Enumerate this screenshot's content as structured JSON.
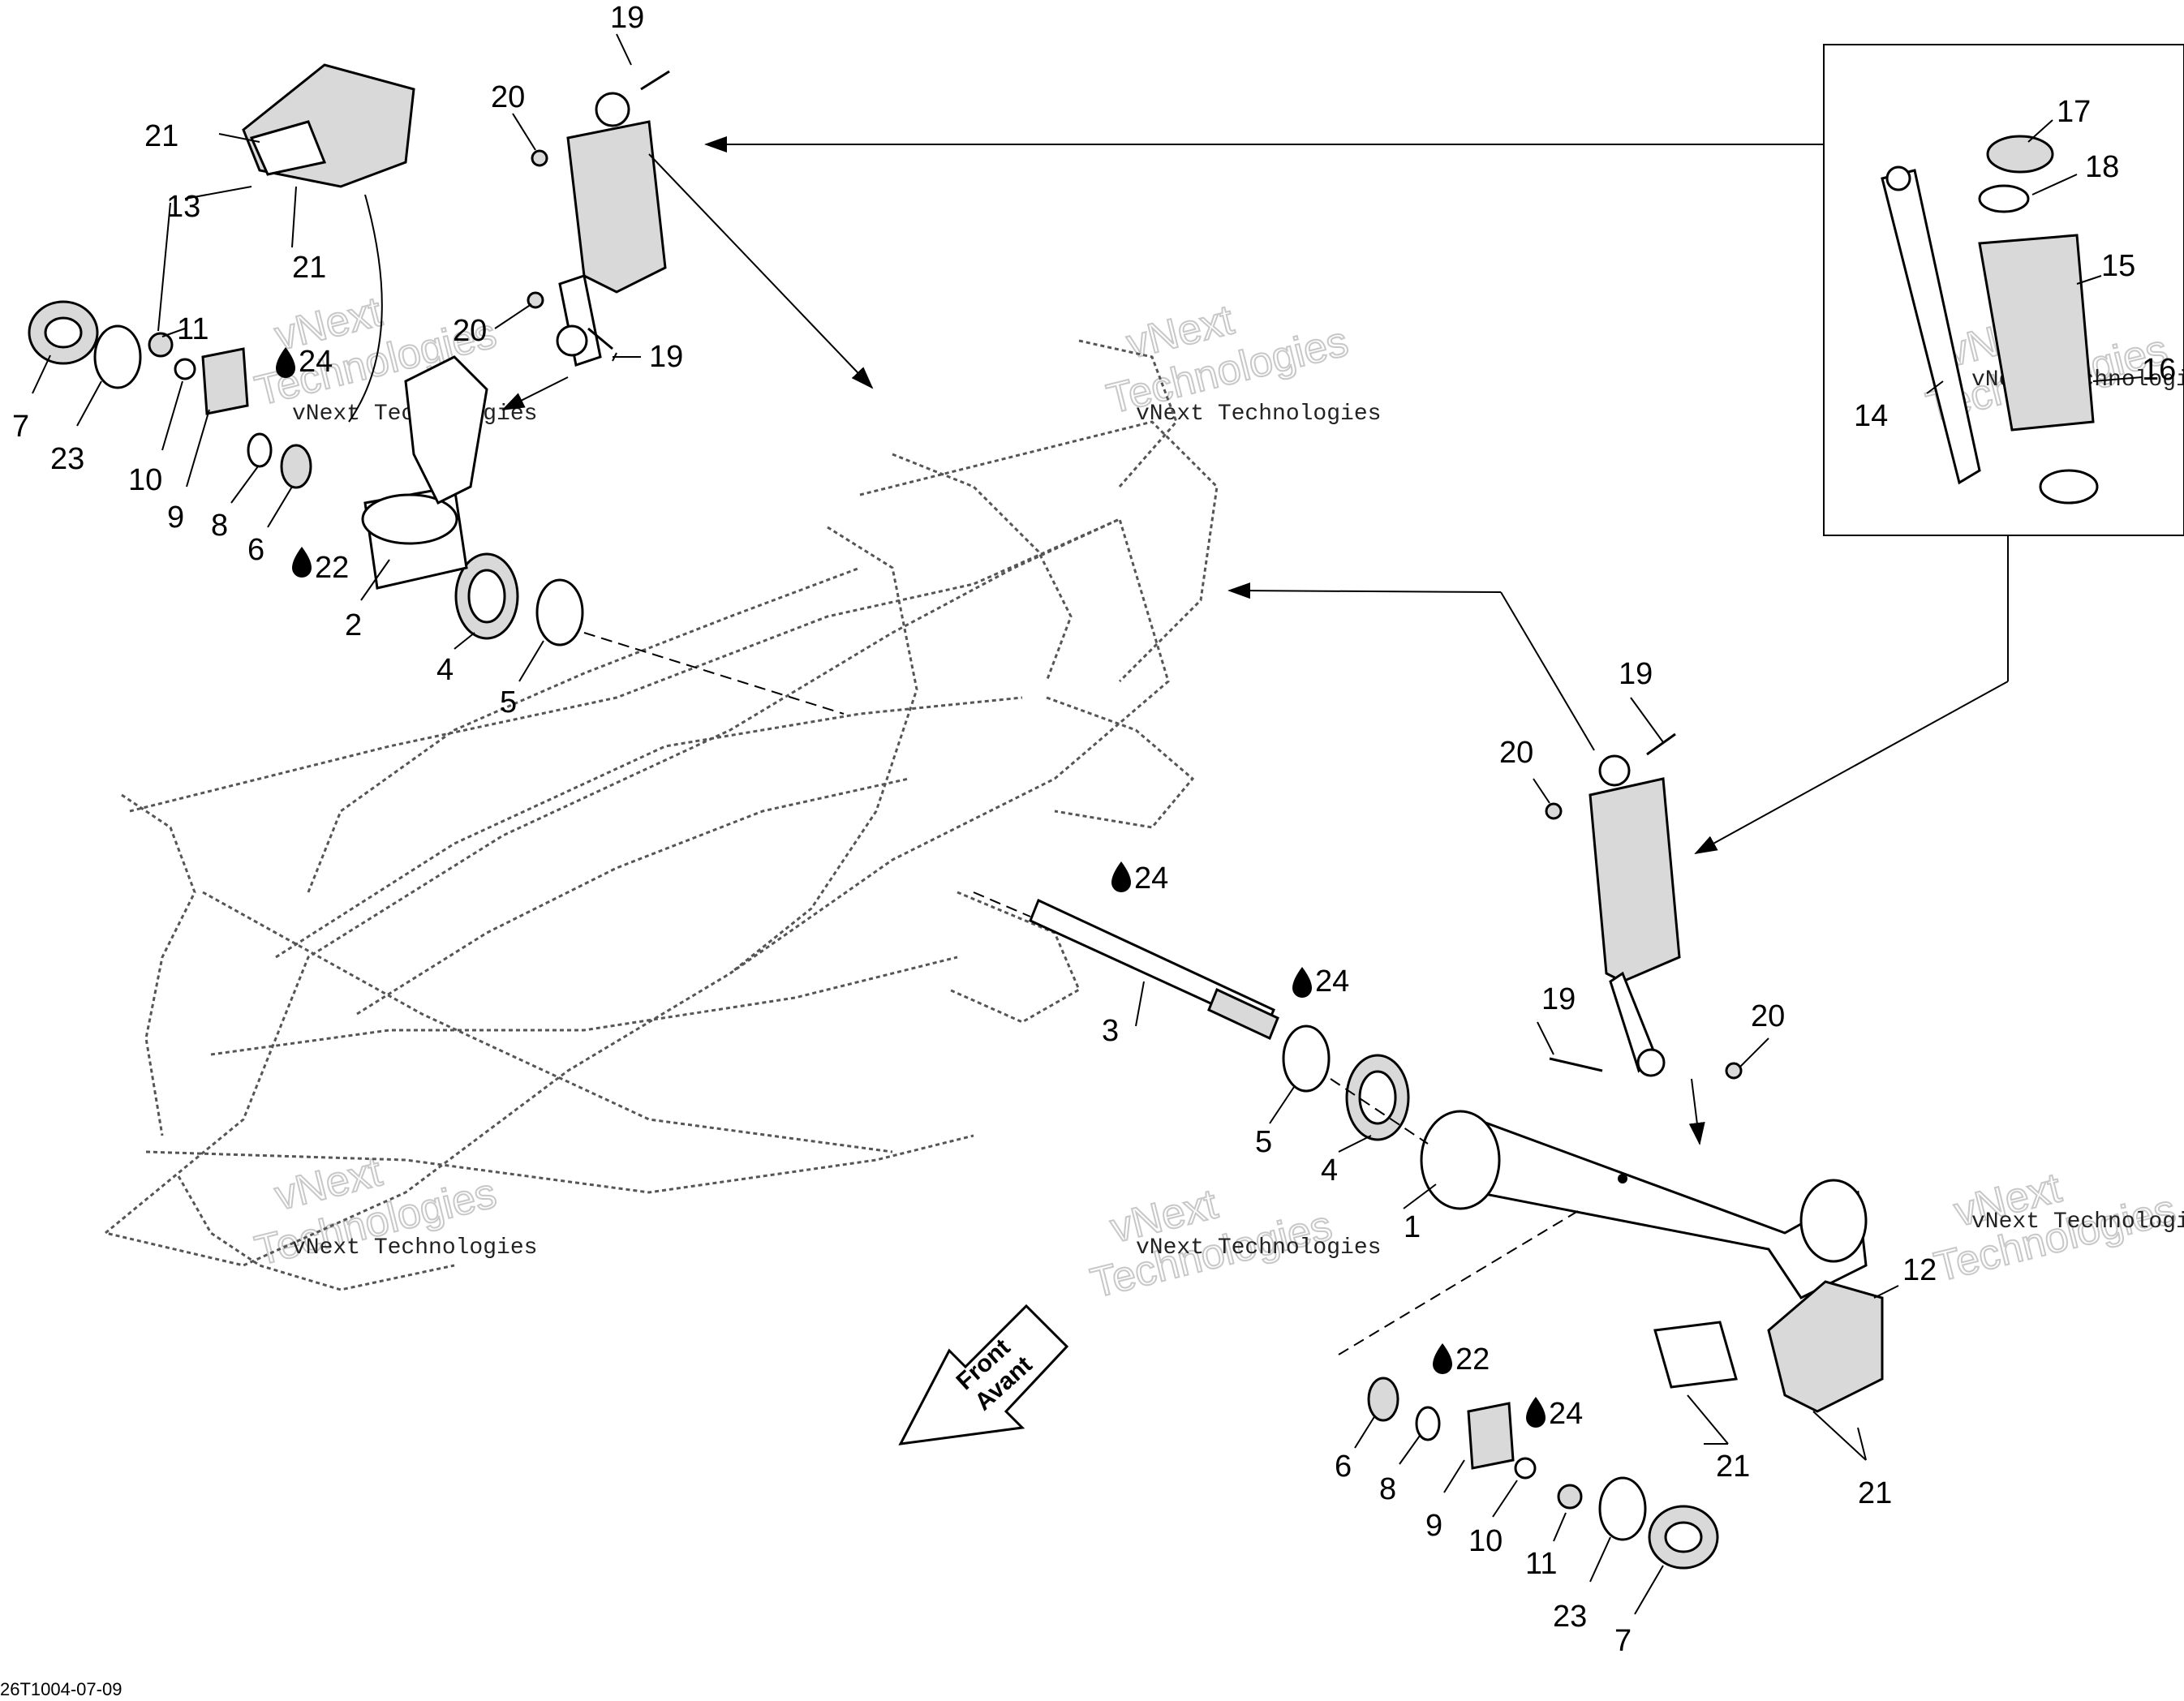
{
  "drawing_code": "26T1004-07-09",
  "front_arrow": {
    "line1": "Front",
    "line2": "Avant"
  },
  "watermark": {
    "line1": "vNext",
    "line2": "Technologies",
    "small": "vNext Technologies"
  },
  "callouts": {
    "c1": "1",
    "c2": "2",
    "c3": "3",
    "c4a": "4",
    "c4b": "4",
    "c5a": "5",
    "c5b": "5",
    "c6a": "6",
    "c6b": "6",
    "c7a": "7",
    "c7b": "7",
    "c8a": "8",
    "c8b": "8",
    "c9a": "9",
    "c9b": "9",
    "c10a": "10",
    "c10b": "10",
    "c11a": "11",
    "c11b": "11",
    "c12": "12",
    "c13": "13",
    "c14": "14",
    "c15": "15",
    "c16": "16",
    "c17": "17",
    "c18": "18",
    "c19a": "19",
    "c19b": "19",
    "c19c": "19",
    "c19d": "19",
    "c20a": "20",
    "c20b": "20",
    "c20c": "20",
    "c20d": "20",
    "c21a": "21",
    "c21b": "21",
    "c21c": "21",
    "c21d": "21",
    "c22a": "22",
    "c22b": "22",
    "c23a": "23",
    "c23b": "23",
    "c24a": "24",
    "c24b": "24",
    "c24c": "24",
    "c24d": "24"
  }
}
